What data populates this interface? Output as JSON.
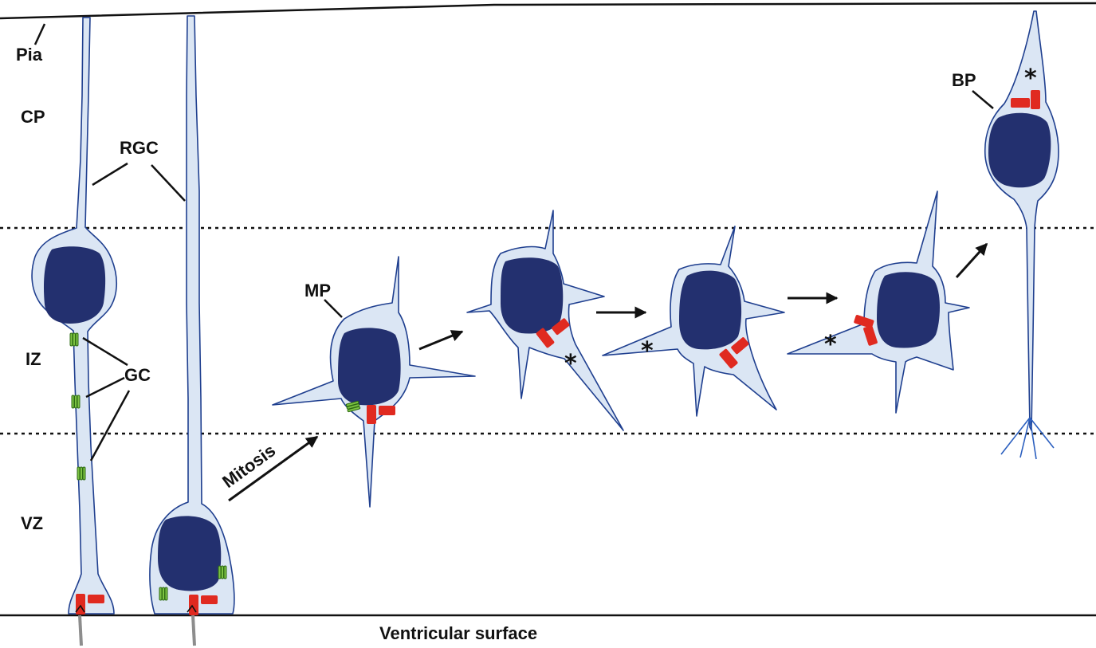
{
  "zones": {
    "pia": "Pia",
    "cp": "CP",
    "iz": "IZ",
    "vz": "VZ"
  },
  "labels": {
    "rgc": "RGC",
    "gc": "GC",
    "mp": "MP",
    "bp": "BP",
    "mitosis": "Mitosis",
    "ventricular_surface": "Ventricular surface",
    "asterisk": "*"
  },
  "colors": {
    "cytoplasm": "#dbe6f4",
    "membrane": "#1f3f8f",
    "nucleus": "#23306f",
    "centrosome": "#e02a20",
    "golgi": "#7cc242"
  }
}
